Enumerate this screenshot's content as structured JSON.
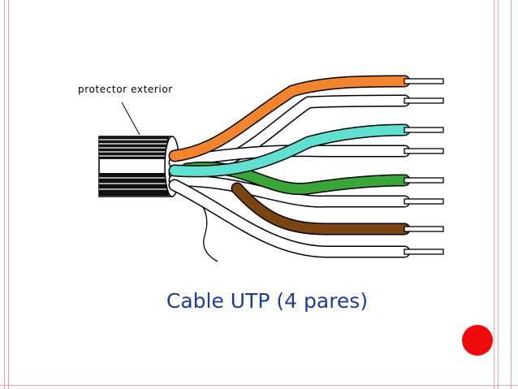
{
  "slide": {
    "caption": "Cable UTP (4 pares)",
    "callout_label": "protector exterior"
  },
  "colors": {
    "frame": "#e8a8a8",
    "caption": "#1f3c93",
    "dot": "#ee0b0b",
    "orange": "#f2842e",
    "green": "#3aa63a",
    "cyan": "#5fe0d0",
    "brown": "#7a4510"
  },
  "wire_pairs": [
    {
      "color": "orange",
      "icon": "orange-pair"
    },
    {
      "color": "cyan",
      "icon": "cyan-pair"
    },
    {
      "color": "green",
      "icon": "green-pair"
    },
    {
      "color": "brown",
      "icon": "brown-pair"
    }
  ]
}
